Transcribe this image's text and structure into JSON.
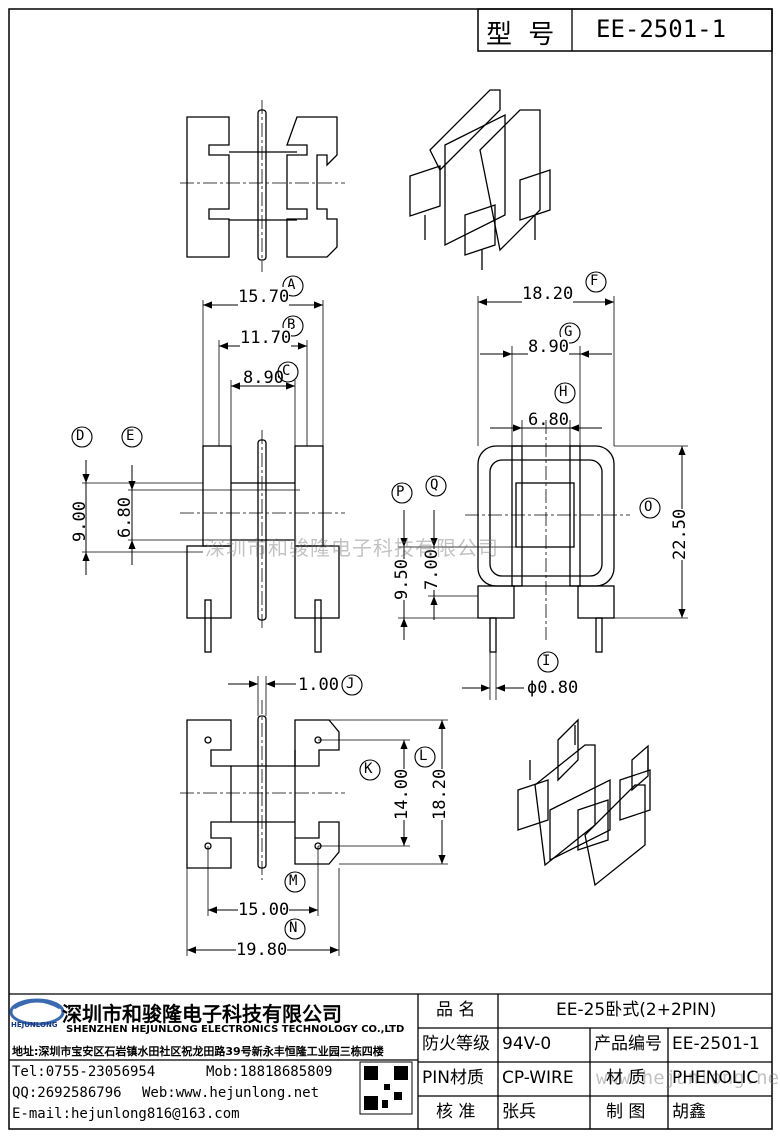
{
  "header": {
    "model_label": "型  号",
    "model_value": "EE-2501-1"
  },
  "dims": {
    "A": "A",
    "B": "B",
    "C": "C",
    "D": "D",
    "E": "E",
    "F": "F",
    "G": "G",
    "H": "H",
    "I": "I",
    "J": "J",
    "K": "K",
    "L": "L",
    "M": "M",
    "N": "N",
    "O": "O",
    "P": "P",
    "Q": "Q",
    "v_15_70": "15.70",
    "v_11_70": "11.70",
    "v_8_90_left": "8.90",
    "v_9_00": "9.00",
    "v_6_80_left": "6.80",
    "v_18_20_top": "18.20",
    "v_8_90_right": "8.90",
    "v_6_80_right": "6.80",
    "v_22_50": "22.50",
    "v_9_50": "9.50",
    "v_7_00": "7.00",
    "v_0_80": "ϕ0.80",
    "v_1_00": "1.00",
    "v_14_00": "14.00",
    "v_18_20_side": "18.20",
    "v_15_00": "15.00",
    "v_19_80": "19.80"
  },
  "watermark": "深圳市和骏隆电子科技有限公司",
  "watermark_url": "www.hejunlong.net",
  "company": {
    "logo_text": "HEJUNLONG",
    "name_cn": "深圳市和骏隆电子科技有限公司",
    "name_en": "SHENZHEN HEJUNLONG ELECTRONICS TECHNOLOGY CO.,LTD",
    "address": "地址:深圳市宝安区石岩镇水田社区祝龙田路39号新永丰恒隆工业园三栋四楼",
    "tel": "Tel:0755-23056954",
    "mob": "Mob:18818685809",
    "qq": "QQ:2692586796",
    "web": "Web:www.hejunlong.net",
    "email": "E-mail:hejunlong816@163.com"
  },
  "table": {
    "name_label": "品  名",
    "name_value": "EE-25卧式(2+2PIN)",
    "fire_label": "防火等级",
    "fire_value": "94V-0",
    "code_label": "产品编号",
    "code_value": "EE-2501-1",
    "pin_label": "PIN材质",
    "pin_value": "CP-WIRE",
    "material_label": "材  质",
    "material_value": "PHENOLIC",
    "check_label": "核  准",
    "check_value": "张兵",
    "draw_label": "制  图",
    "draw_value": "胡鑫"
  }
}
